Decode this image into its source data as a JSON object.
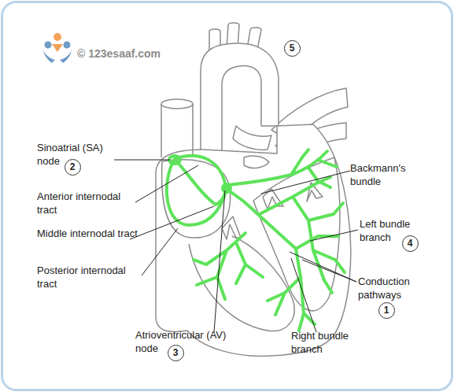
{
  "diagram": {
    "nodes": [
      {
        "text": [
          "5"
        ]
      },
      {
        "text": [
          "2"
        ]
      },
      {
        "text": [
          "4"
        ]
      },
      {
        "text": [
          "1"
        ]
      },
      {
        "text": [
          "3"
        ]
      }
    ],
    "labels": [
      "© 123esaaf.com",
      "Sinoatrial (SA) node",
      "Backmann's bundle",
      "Anterior internodal tract",
      "Left bundle branch",
      "Middle internodal tract",
      "Posterior internodal tract",
      "Conduction pathways",
      "Right bundle branch",
      "Atrioventricular (AV) node"
    ]
  }
}
